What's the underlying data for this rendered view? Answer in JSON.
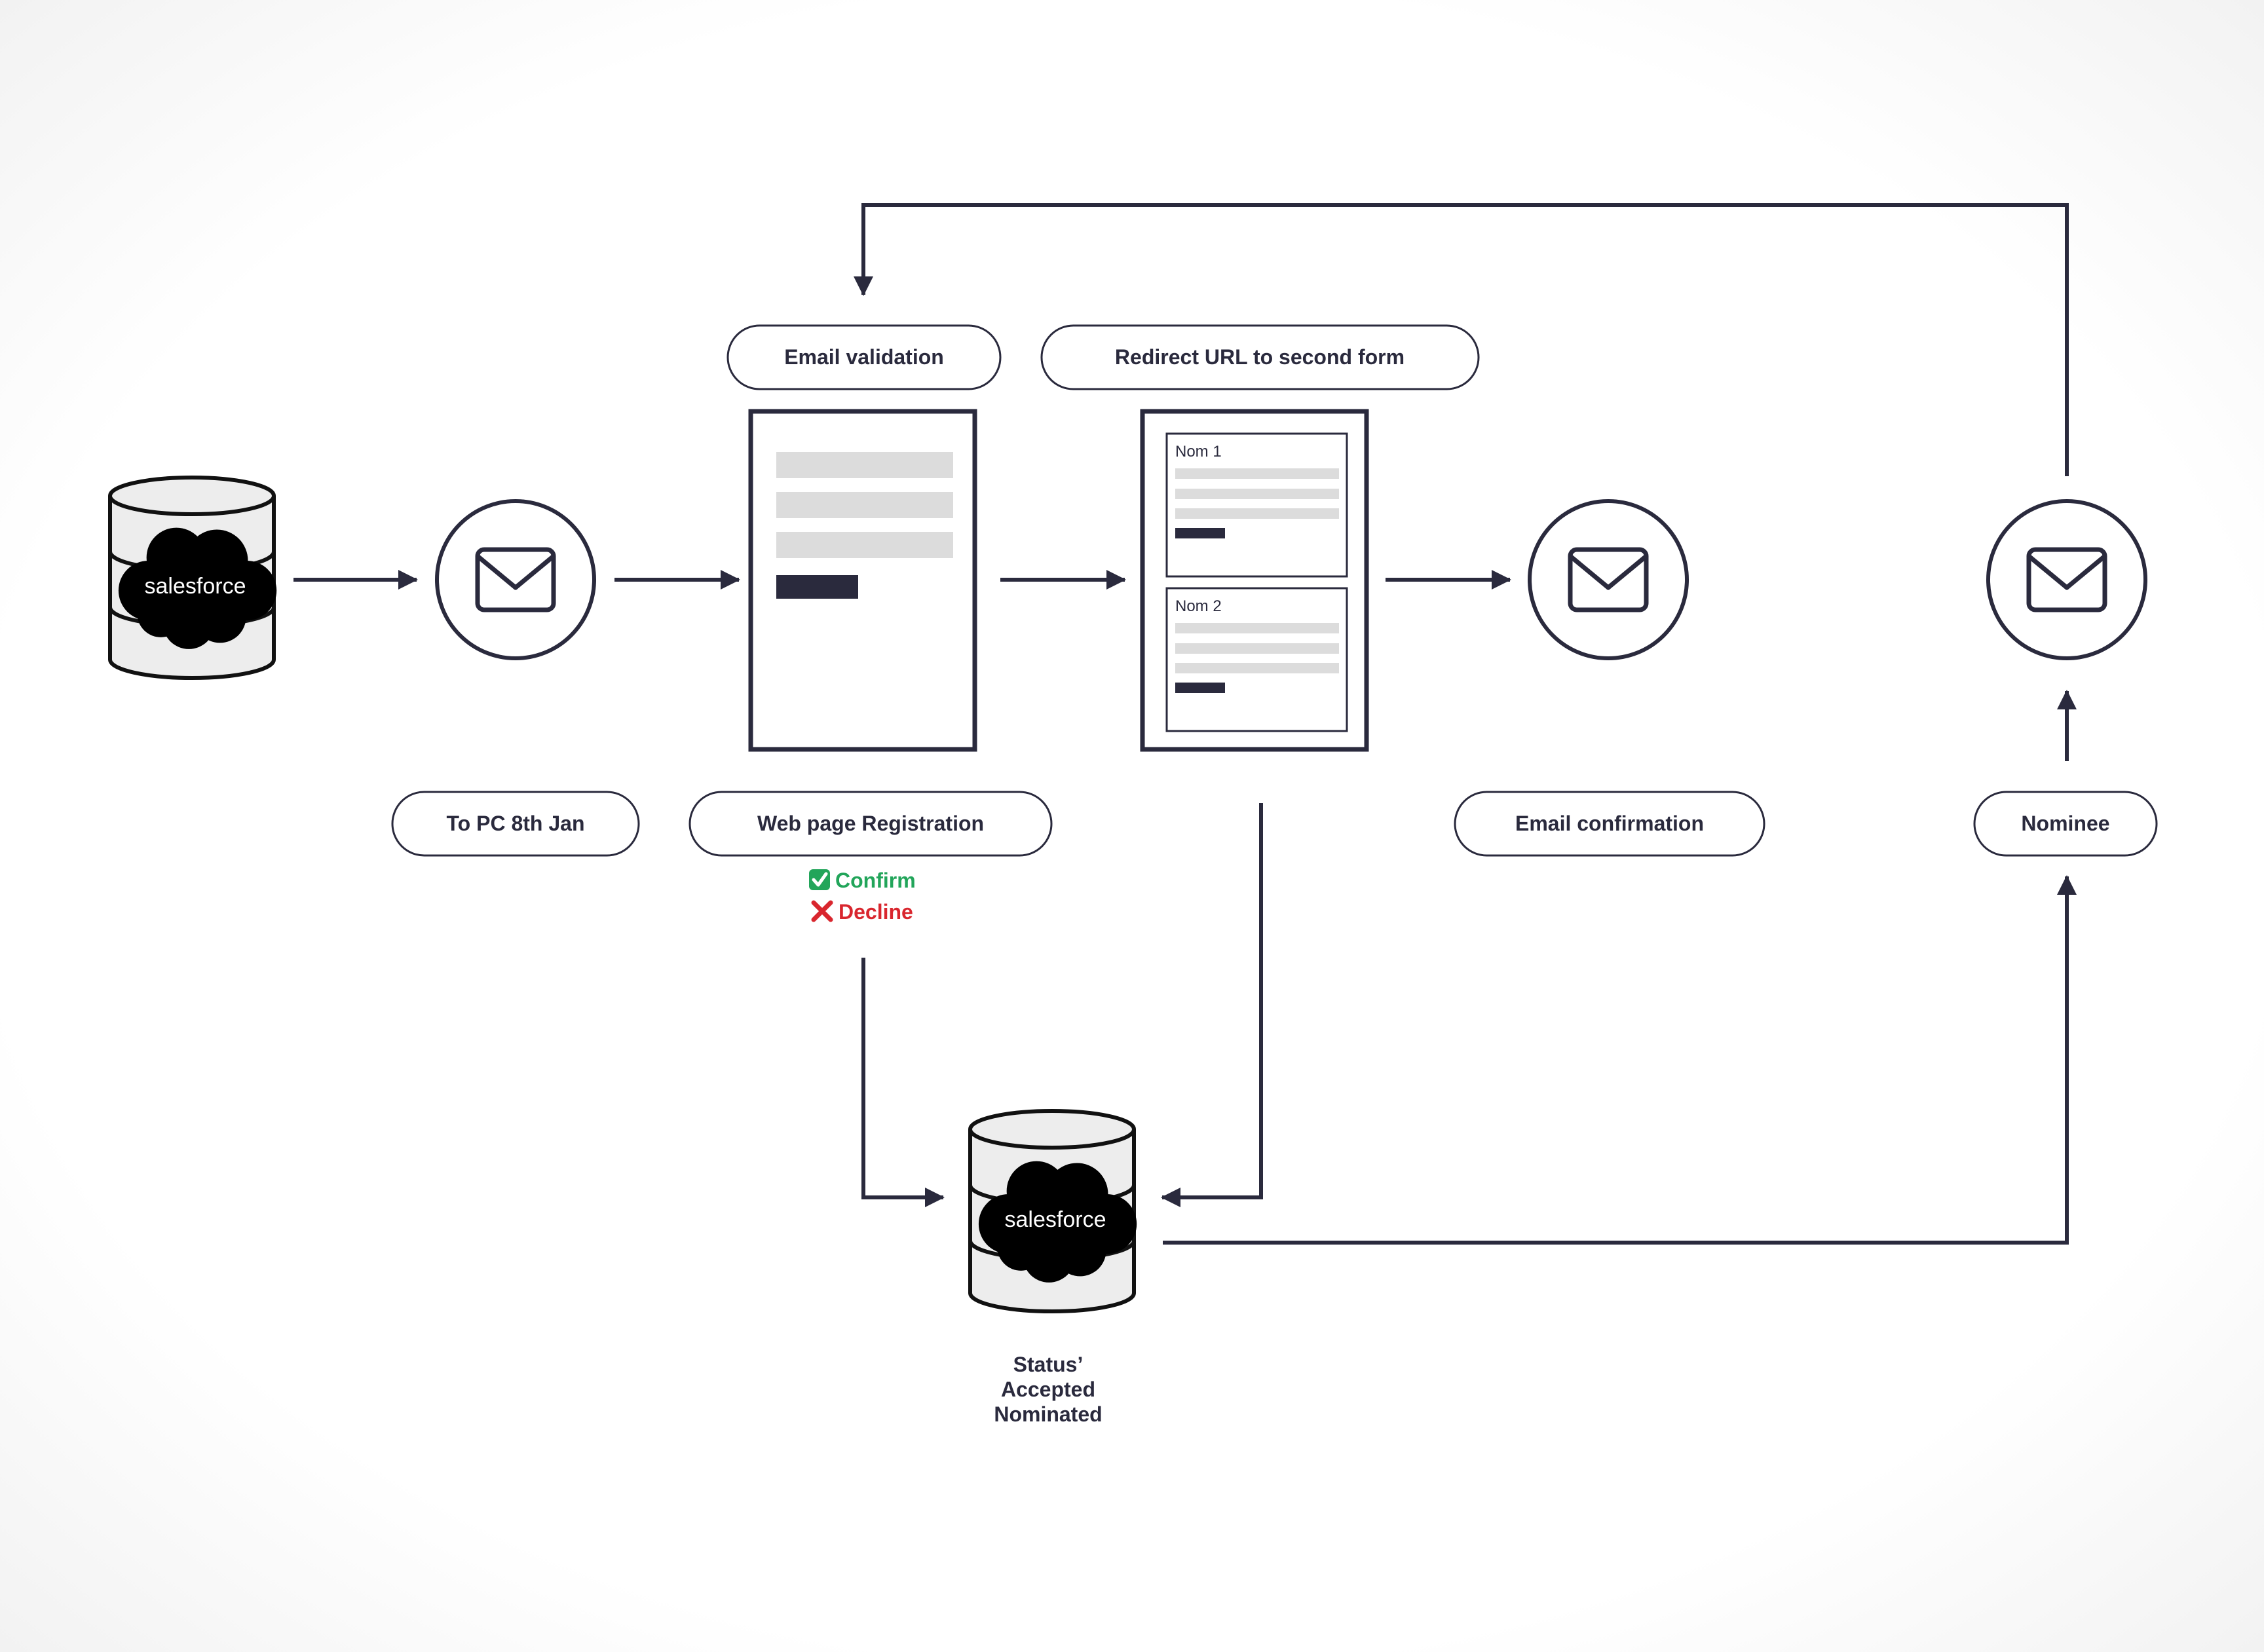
{
  "colors": {
    "stroke": "#2a2a3d",
    "placeholder_bar": "#dcdcdc",
    "confirm": "#22a55a",
    "decline": "#d9262e"
  },
  "labels": {
    "email_validation": "Email validation",
    "redirect_url": "Redirect URL to second form",
    "to_pc": "To PC 8th Jan",
    "web_registration": "Web page Registration",
    "email_confirmation": "Email confirmation",
    "nominee": "Nominee"
  },
  "registration_options": {
    "confirm": "Confirm",
    "decline": "Decline"
  },
  "second_form": {
    "nom1": "Nom 1",
    "nom2": "Nom 2"
  },
  "database": {
    "brand": "salesforce"
  },
  "status": {
    "line1": "Status’",
    "line2": "Accepted",
    "line3": "Nominated"
  },
  "icons": [
    "database-icon",
    "salesforce-cloud-icon",
    "mail-icon",
    "check-icon",
    "cross-icon"
  ]
}
